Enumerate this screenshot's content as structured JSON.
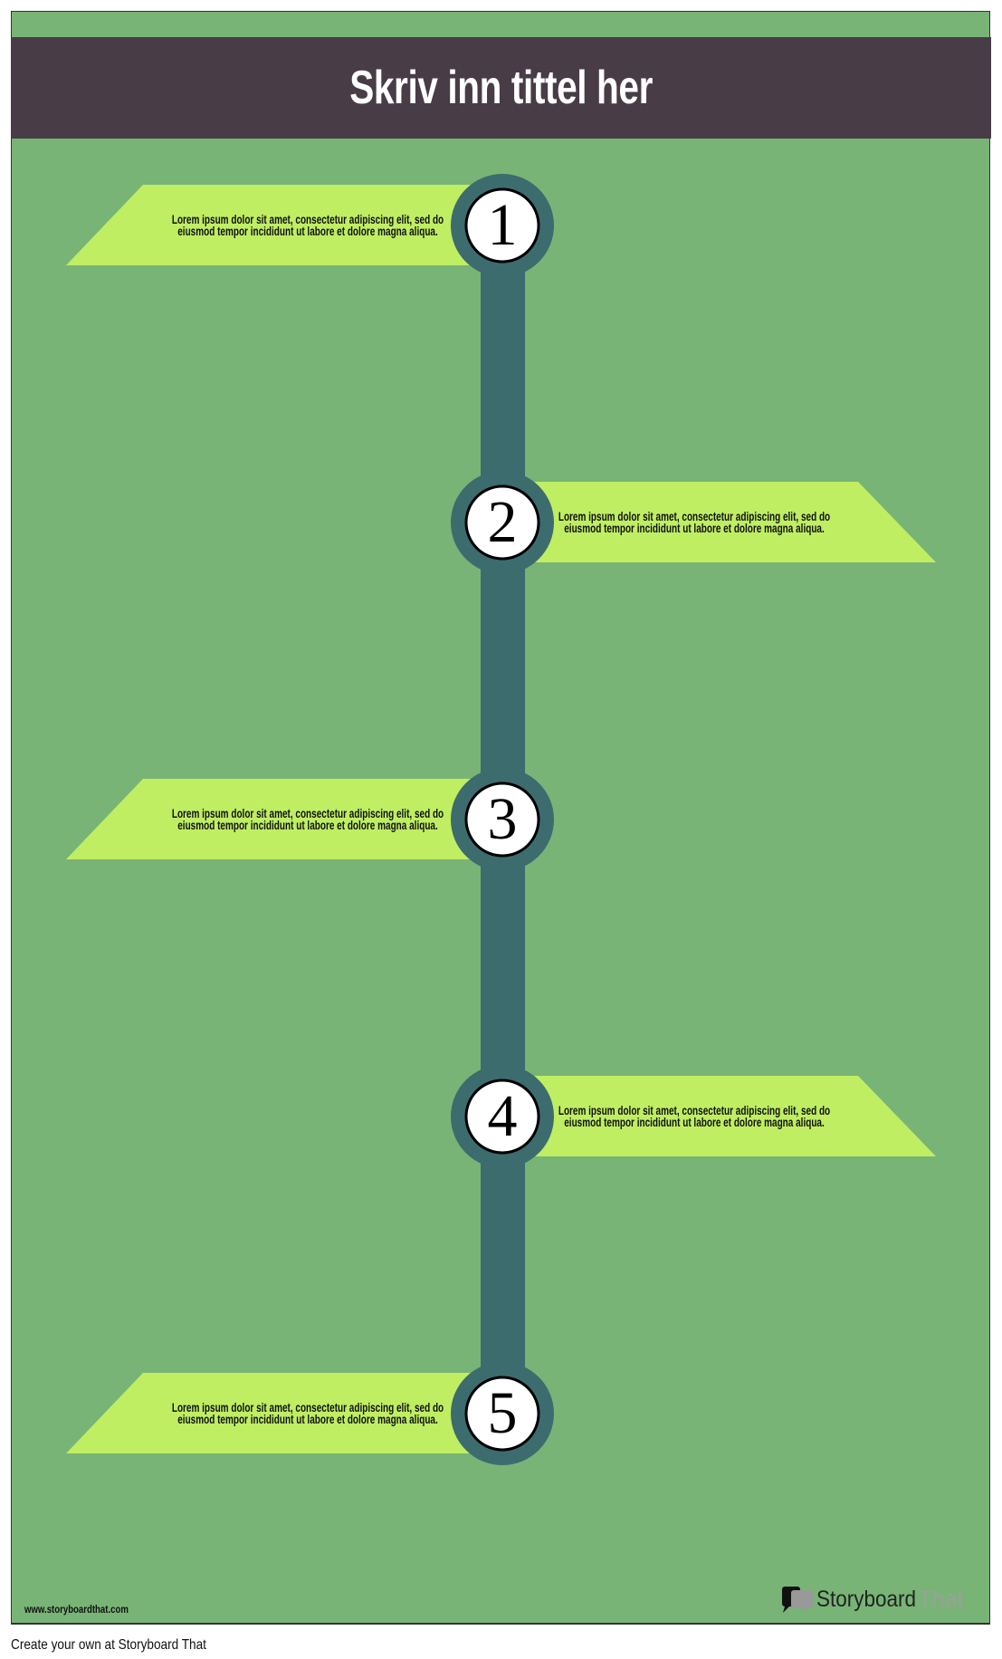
{
  "title": "Skriv inn tittel her",
  "items": [
    {
      "number": "1",
      "side": "left",
      "text1": "Lorem ipsum dolor sit amet, consectetur adipiscing elit, sed do",
      "text2": "eiusmod tempor incididunt ut labore et dolore magna aliqua."
    },
    {
      "number": "2",
      "side": "right",
      "text1": "Lorem ipsum dolor sit amet, consectetur adipiscing elit, sed do",
      "text2": "eiusmod tempor incididunt ut labore et dolore magna aliqua."
    },
    {
      "number": "3",
      "side": "left",
      "text1": "Lorem ipsum dolor sit amet, consectetur adipiscing elit, sed do",
      "text2": "eiusmod tempor incididunt ut labore et dolore magna aliqua."
    },
    {
      "number": "4",
      "side": "right",
      "text1": "Lorem ipsum dolor sit amet, consectetur adipiscing elit, sed do",
      "text2": "eiusmod tempor incididunt ut labore et dolore magna aliqua."
    },
    {
      "number": "5",
      "side": "left",
      "text1": "Lorem ipsum dolor sit amet, consectetur adipiscing elit, sed do",
      "text2": "eiusmod tempor incididunt ut labore et dolore magna aliqua."
    }
  ],
  "footer": {
    "url": "www.storyboardthat.com",
    "logo_a": "Storyboard",
    "logo_b": "That",
    "cta": "Create your own at Storyboard That"
  },
  "colors": {
    "background": "#78b476",
    "title_bar": "#483c47",
    "banner": "#bfee63",
    "timeline": "#3c6c6e"
  }
}
